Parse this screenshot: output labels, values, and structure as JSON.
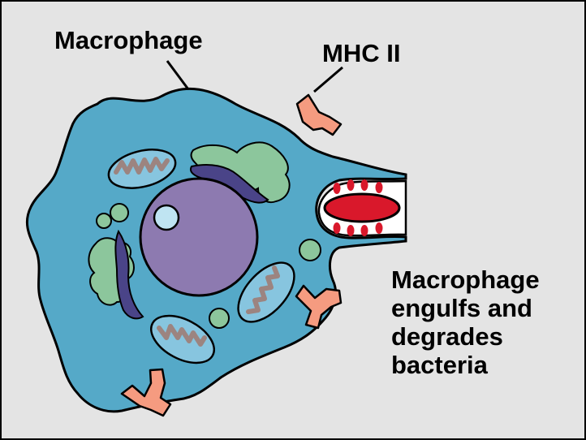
{
  "labels": {
    "cell_name": "Macrophage",
    "receptor": "MHC II",
    "caption": [
      "Macrophage",
      "engulfs and",
      "degrades",
      "bacteria"
    ]
  },
  "colors": {
    "background": "#e4e4e4",
    "cytoplasm": "#55a9c8",
    "nucleus": "#8d7ab0",
    "nucleolus": "#bfe4f2",
    "golgi": "#8cc69c",
    "rough_er": "#4a4488",
    "mitochondrion": "#87c5df",
    "cristae": "#9c8480",
    "vesicle": "#8cc69c",
    "mhc_receptor": "#f59b80",
    "bacterium": "#d9182b",
    "outline": "#000000"
  }
}
